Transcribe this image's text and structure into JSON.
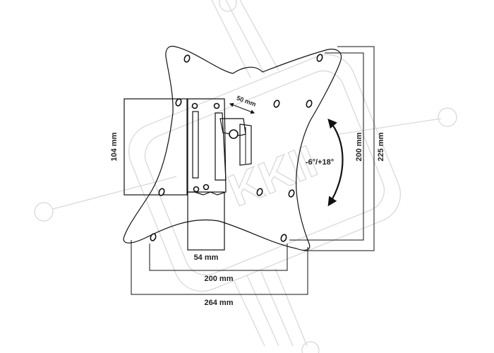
{
  "diagram": {
    "watermark_text": "KKII",
    "labels": {
      "height_104": "104 mm",
      "width_54": "54 mm",
      "width_200": "200 mm",
      "width_264": "264 mm",
      "height_200": "200 mm",
      "height_225": "225 mm",
      "slot_50": "50 mm",
      "tilt": "-6°/+18°"
    }
  }
}
